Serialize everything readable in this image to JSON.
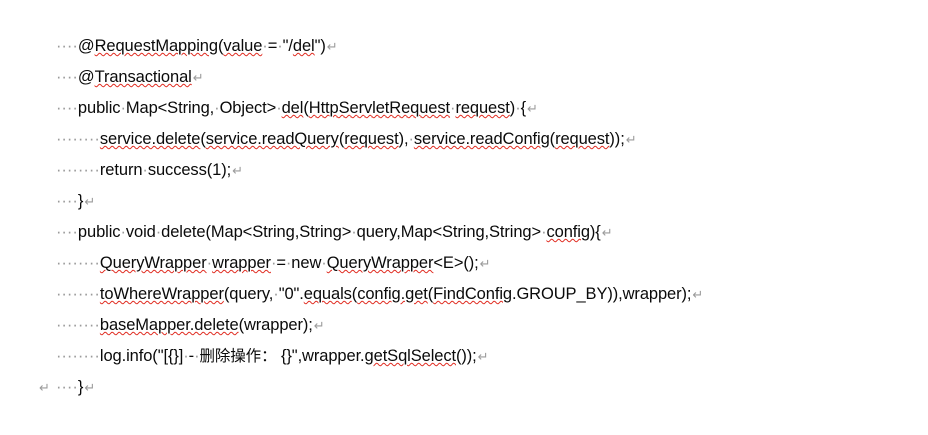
{
  "document": {
    "background_color": "#ffffff",
    "text_color": "#0a0a0a",
    "formatting_mark_color": "#9a9a9a",
    "spellcheck_underline_color": "#e02b20",
    "space_mark": "·",
    "paragraph_mark": "↵",
    "lines": [
      {
        "id": "line-1",
        "indent_marks": "····",
        "text": "@RequestMapping(value·=·\"/del\")",
        "paragraph_mark": "↵"
      },
      {
        "id": "line-2",
        "indent_marks": "····",
        "text": "@Transactional",
        "paragraph_mark": "↵"
      },
      {
        "id": "line-3",
        "indent_marks": "····",
        "text": "public·Map<String,·Object>·del(HttpServletRequest·request)·{",
        "paragraph_mark": "↵"
      },
      {
        "id": "line-4",
        "indent_marks": "········",
        "text": "service.delete(service.readQuery(request),·service.readConfig(request));",
        "paragraph_mark": "↵"
      },
      {
        "id": "line-5",
        "indent_marks": "········",
        "text": "return·success(1);",
        "paragraph_mark": "↵"
      },
      {
        "id": "line-6",
        "indent_marks": "····",
        "text": "}",
        "paragraph_mark": "↵"
      },
      {
        "id": "line-7",
        "indent_marks": "····",
        "text": "public·void·delete(Map<String,String>·query,Map<String,String>·config){",
        "paragraph_mark": "↵"
      },
      {
        "id": "line-8",
        "indent_marks": "········",
        "text": "QueryWrapper·wrapper·=·new·QueryWrapper<E>();",
        "paragraph_mark": "↵"
      },
      {
        "id": "line-9",
        "indent_marks": "········",
        "text": "toWhereWrapper(query,·\"0\".equals(config.get(FindConfig.GROUP_BY)),wrapper);",
        "paragraph_mark": "↵"
      },
      {
        "id": "line-10",
        "indent_marks": "········",
        "text": "baseMapper.delete(wrapper);",
        "paragraph_mark": "↵"
      },
      {
        "id": "line-11",
        "indent_marks": "········",
        "text": "log.info(\"[{}]·-·删除操作： {}\",wrapper.getSqlSelect());",
        "paragraph_mark": "↵"
      },
      {
        "id": "line-12",
        "indent_marks": "····",
        "text": "}",
        "paragraph_mark": "↵"
      },
      {
        "id": "line-13",
        "indent_marks": "",
        "text": "",
        "paragraph_mark": "↵"
      }
    ]
  }
}
